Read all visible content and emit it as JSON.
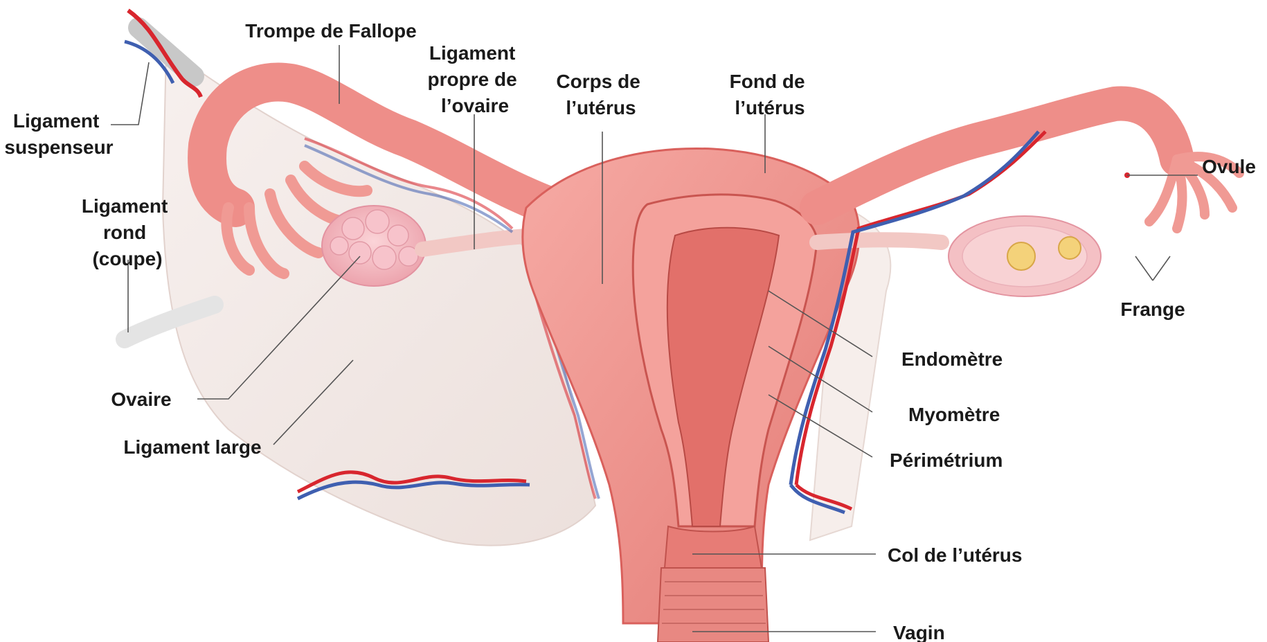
{
  "labels": {
    "suspensory_ligament": [
      "Ligament",
      "suspenseur"
    ],
    "fallopian_tube": [
      "Trompe de Fallope"
    ],
    "ovarian_ligament": [
      "Ligament",
      "propre de",
      "l’ovaire"
    ],
    "uterine_body": [
      "Corps de",
      "l’utérus"
    ],
    "uterine_fundus": [
      "Fond de",
      "l’utérus"
    ],
    "ovum": [
      "Ovule"
    ],
    "round_ligament": [
      "Ligament",
      "rond",
      "(coupe)"
    ],
    "fimbriae": [
      "Frange"
    ],
    "endometrium": [
      "Endomètre"
    ],
    "myometrium": [
      "Myomètre"
    ],
    "perimetrium": [
      "Périmétrium"
    ],
    "ovary": [
      "Ovaire"
    ],
    "broad_ligament": [
      "Ligament large"
    ],
    "cervix": [
      "Col de l’utérus"
    ],
    "vagina": [
      "Vagin"
    ]
  },
  "colors": {
    "tissue": "#ef8f8a",
    "tissue_dark": "#d9605c",
    "tissue_light": "#f8c2bc",
    "ligament": "#f4ece8",
    "ovary": "#f6bcc4",
    "artery": "#d8262e",
    "vein": "#3f5fb0"
  }
}
